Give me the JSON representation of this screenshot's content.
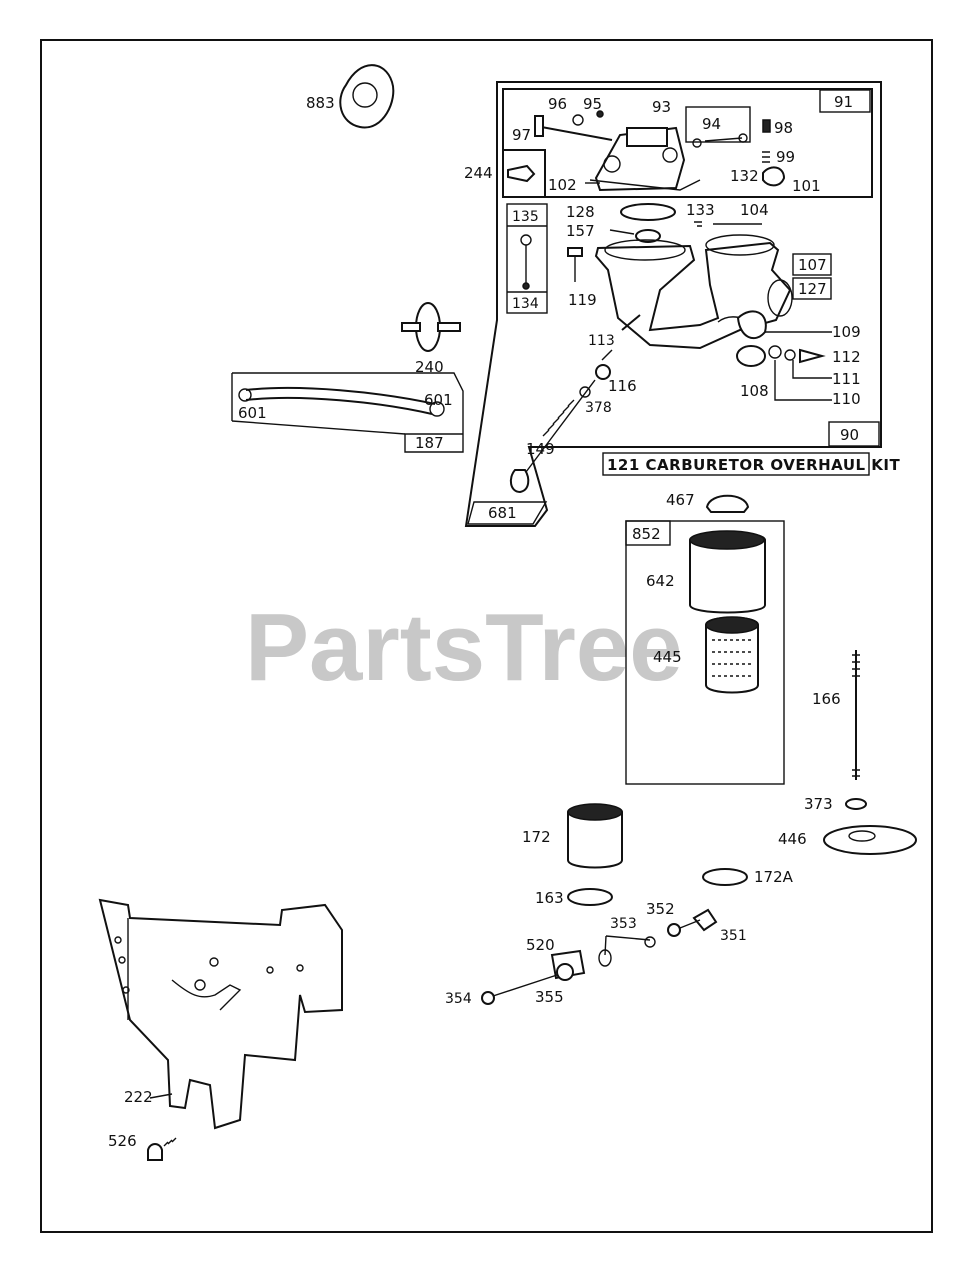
{
  "watermark": "PartsTree",
  "kit_title": "121 CARBURETOR OVERHAUL KIT",
  "boxes": {
    "b91": "91",
    "b90": "90",
    "b681": "681",
    "b135": "135",
    "b134": "134",
    "b107": "107",
    "b127": "127",
    "b187": "187",
    "b852": "852",
    "b94": "94"
  },
  "labels": {
    "l883": "883",
    "l96": "96",
    "l95": "95",
    "l97": "97",
    "l93": "93",
    "l98": "98",
    "l99": "99",
    "l132": "132",
    "l101": "101",
    "l244": "244",
    "l102": "102",
    "l128": "128",
    "l157": "157",
    "l133": "133",
    "l104": "104",
    "l119": "119",
    "l240": "240",
    "l113": "113",
    "l109": "109",
    "l112": "112",
    "l111": "111",
    "l110": "110",
    "l108": "108",
    "l116": "116",
    "l378": "378",
    "l149": "149",
    "l601a": "601",
    "l601b": "601",
    "l467": "467",
    "l642": "642",
    "l445": "445",
    "l166": "166",
    "l373": "373",
    "l446": "446",
    "l172": "172",
    "l172a": "172A",
    "l163": "163",
    "l352": "352",
    "l353": "353",
    "l351": "351",
    "l520": "520",
    "l354": "354",
    "l355": "355",
    "l222": "222",
    "l526": "526"
  }
}
